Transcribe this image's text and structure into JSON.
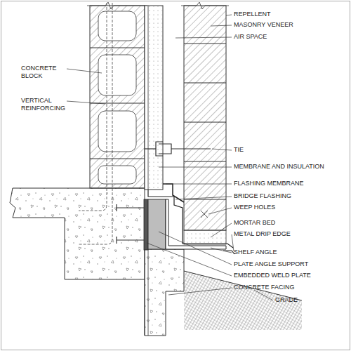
{
  "diagram": {
    "labels": [
      "REPELLENT",
      "MASONRY VENEER",
      "AIR SPACE",
      "CONCRETE BLOCK",
      "VERTICAL REINFORCING",
      "TIE",
      "MEMBRANE AND INSULATION",
      "FLASHING MEMBRANE",
      "BRIDGE FLASHING",
      "WEEP HOLES",
      "MORTAR BED",
      "METAL DRIP EDGE",
      "SHELF ANGLE",
      "PLATE ANGLE SUPPORT",
      "EMBEDDED WELD PLATE",
      "CONCRETE FACING",
      "GRADE"
    ]
  }
}
